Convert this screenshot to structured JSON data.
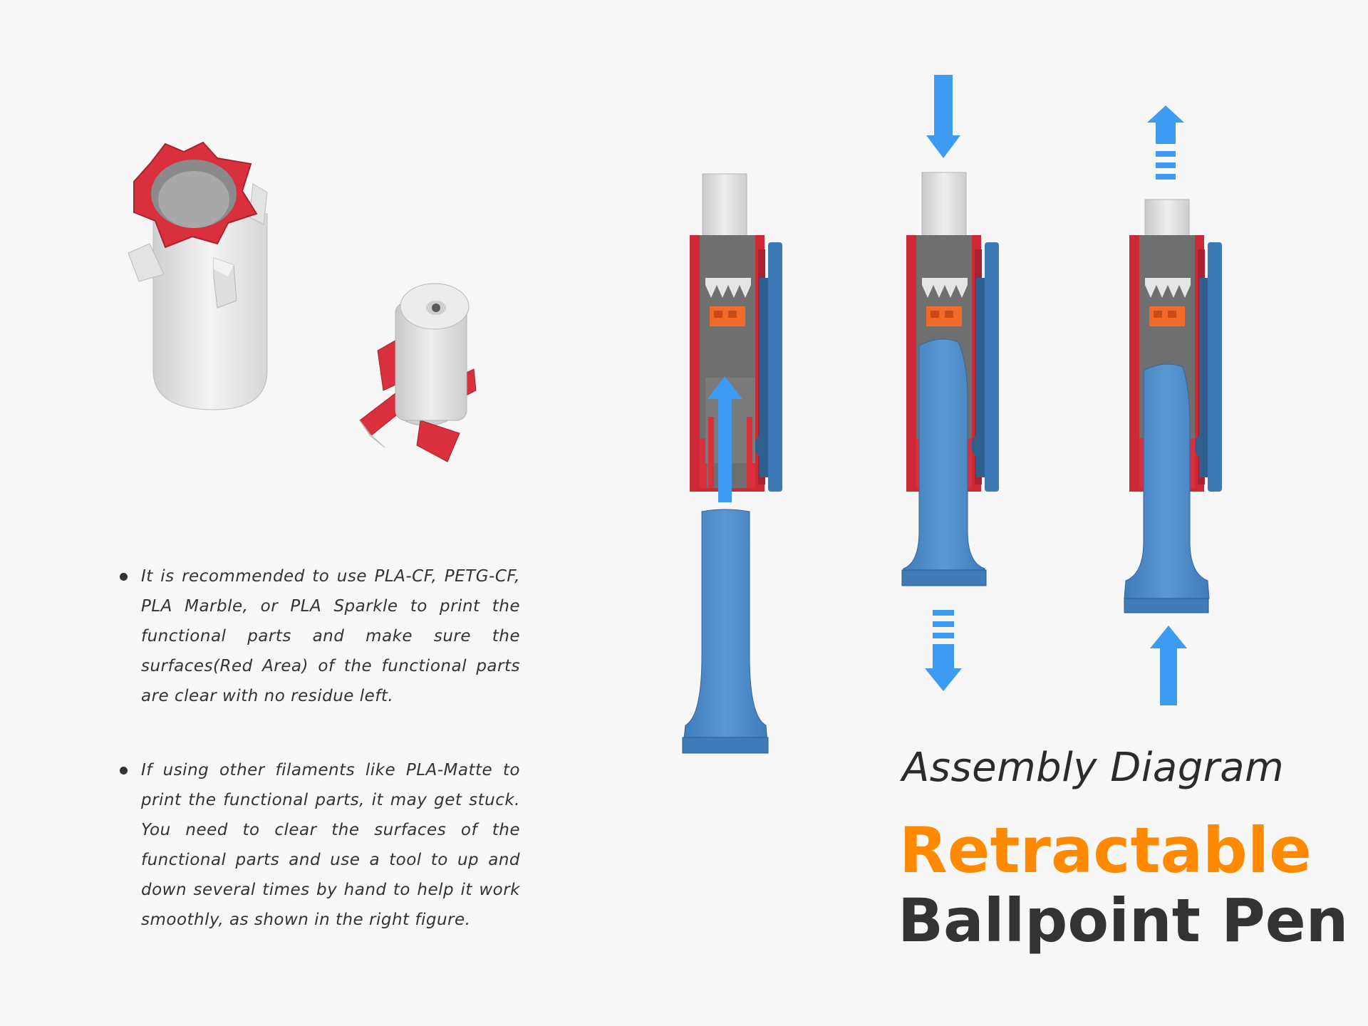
{
  "notes": [
    "It is recommended to use PLA-CF, PETG-CF, PLA Marble, or PLA Sparkle to print the functional parts and make sure the surfaces(Red Area) of the functional parts are clear with no residue left.",
    "If using other filaments like PLA-Matte to print the functional parts, it may get stuck. You need to clear the surfaces of the functional parts and use a tool to up and down several times by hand to help it work smoothly, as shown in the right figure."
  ],
  "subtitle": "Assembly Diagram",
  "title_line1": "Retractable",
  "title_line2": "Ballpoint Pen",
  "colors": {
    "arrow_blue": "#3d9bf2",
    "tool_blue": "#4a84c0",
    "functional_red": "#d9303e",
    "plunger_orange": "#f26a2a",
    "title_orange": "#ff8a00"
  }
}
